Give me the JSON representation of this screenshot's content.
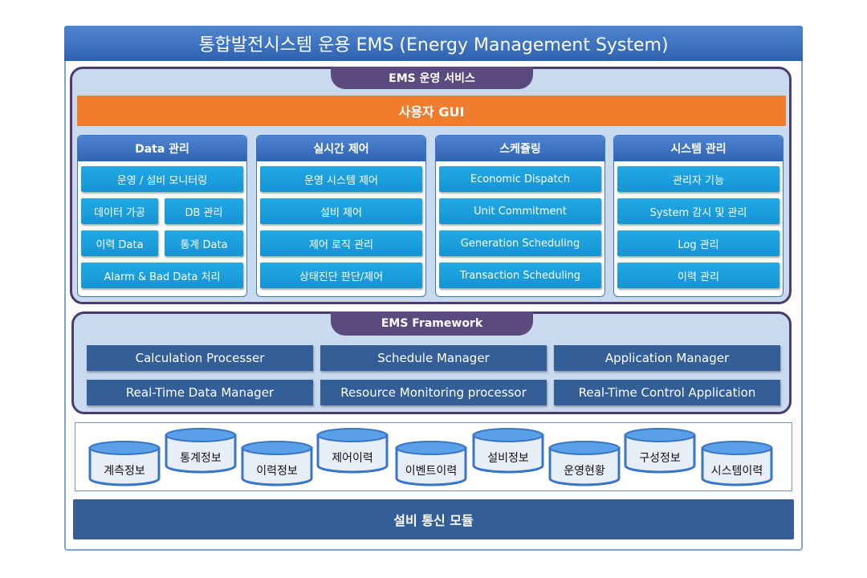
{
  "title": "통합발전시스템 운용 EMS (Energy Management System)",
  "service_panel": {
    "header": "EMS 운영 서비스",
    "gui_label": "사용자 GUI",
    "columns": [
      {
        "header": "Data 관리",
        "items": [
          "운영 / 설비 모니터링",
          "데이터 가공",
          "DB 관리",
          "이력 Data",
          "통계 Data",
          "Alarm & Bad Data 처리"
        ]
      },
      {
        "header": "실시간 제어",
        "items": [
          "운영 시스템 제어",
          "설비 제어",
          "제어 로직 관리",
          "상태진단 판단/제어"
        ]
      },
      {
        "header": "스케쥴링",
        "items": [
          "Economic Dispatch",
          "Unit Commitment",
          "Generation Scheduling",
          "Transaction Scheduling"
        ]
      },
      {
        "header": "시스템 관리",
        "items": [
          "관리자 기능",
          "System 감시 및 관리",
          "Log 관리",
          "이력 관리"
        ]
      }
    ]
  },
  "framework_panel": {
    "header": "EMS Framework",
    "items": [
      "Calculation Processer",
      "Schedule Manager",
      "Application Manager",
      "Real-Time Data Manager",
      "Resource Monitoring processor",
      "Real-Time Control Application"
    ]
  },
  "databases": [
    "계측정보",
    "통계정보",
    "이력정보",
    "제어이력",
    "이벤트이력",
    "설비정보",
    "운영현황",
    "구성정보",
    "시스템이력"
  ],
  "bottom_module": "설비 통신 모듈",
  "colors": {
    "title_blue": "#2f62b0",
    "gui_orange": "#ef7d2d",
    "item_cyan": "#1494d3",
    "framework_navy": "#345e97",
    "panel_border": "#4a3d6e"
  }
}
